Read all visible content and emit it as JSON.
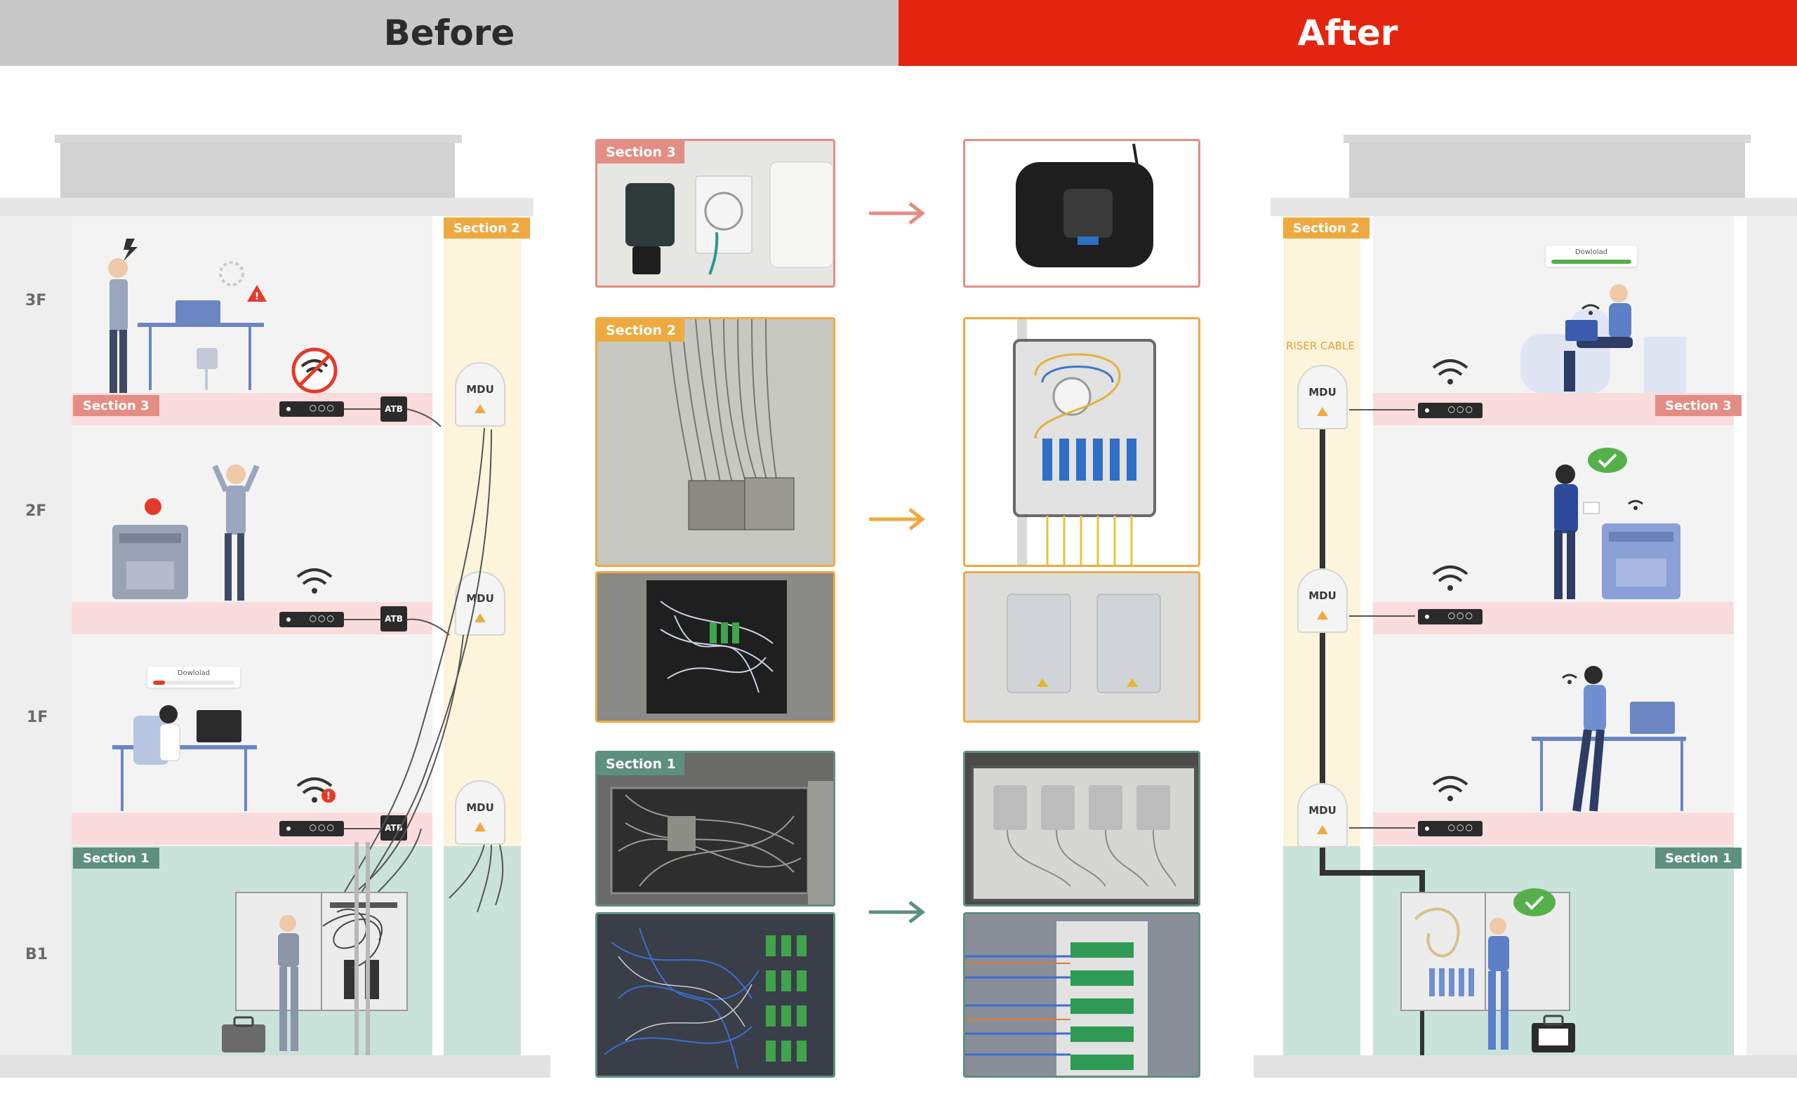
{
  "header": {
    "before": "Before",
    "after": "After"
  },
  "floors": {
    "f3": "3F",
    "f2": "2F",
    "f1": "1F",
    "b1": "B1"
  },
  "sections": {
    "s1": "Section 1",
    "s2": "Section 2",
    "s3": "Section 3"
  },
  "devices": {
    "mdu": "MDU",
    "atb": "ATB"
  },
  "after": {
    "riser_cable": "RISER CABLE"
  },
  "download": {
    "before": {
      "label": "Dowlolad",
      "progress": 0.15,
      "color": "#e53a2a"
    },
    "after": {
      "label": "Dowlolad",
      "progress": 1.0,
      "color": "#55b04a"
    }
  },
  "colors": {
    "before_header": "#c8c8c8",
    "after_header": "#e5240f",
    "section1": "#5e8f7f",
    "section2": "#eeaa40",
    "section3": "#e48d84",
    "ok_green": "#55b04a",
    "alert_red": "#e53a2a"
  },
  "icons": [
    "wifi-icon",
    "no-wifi-icon",
    "alert-icon",
    "check-icon",
    "arrow-right-icon",
    "loading-icon",
    "lightning-icon"
  ]
}
